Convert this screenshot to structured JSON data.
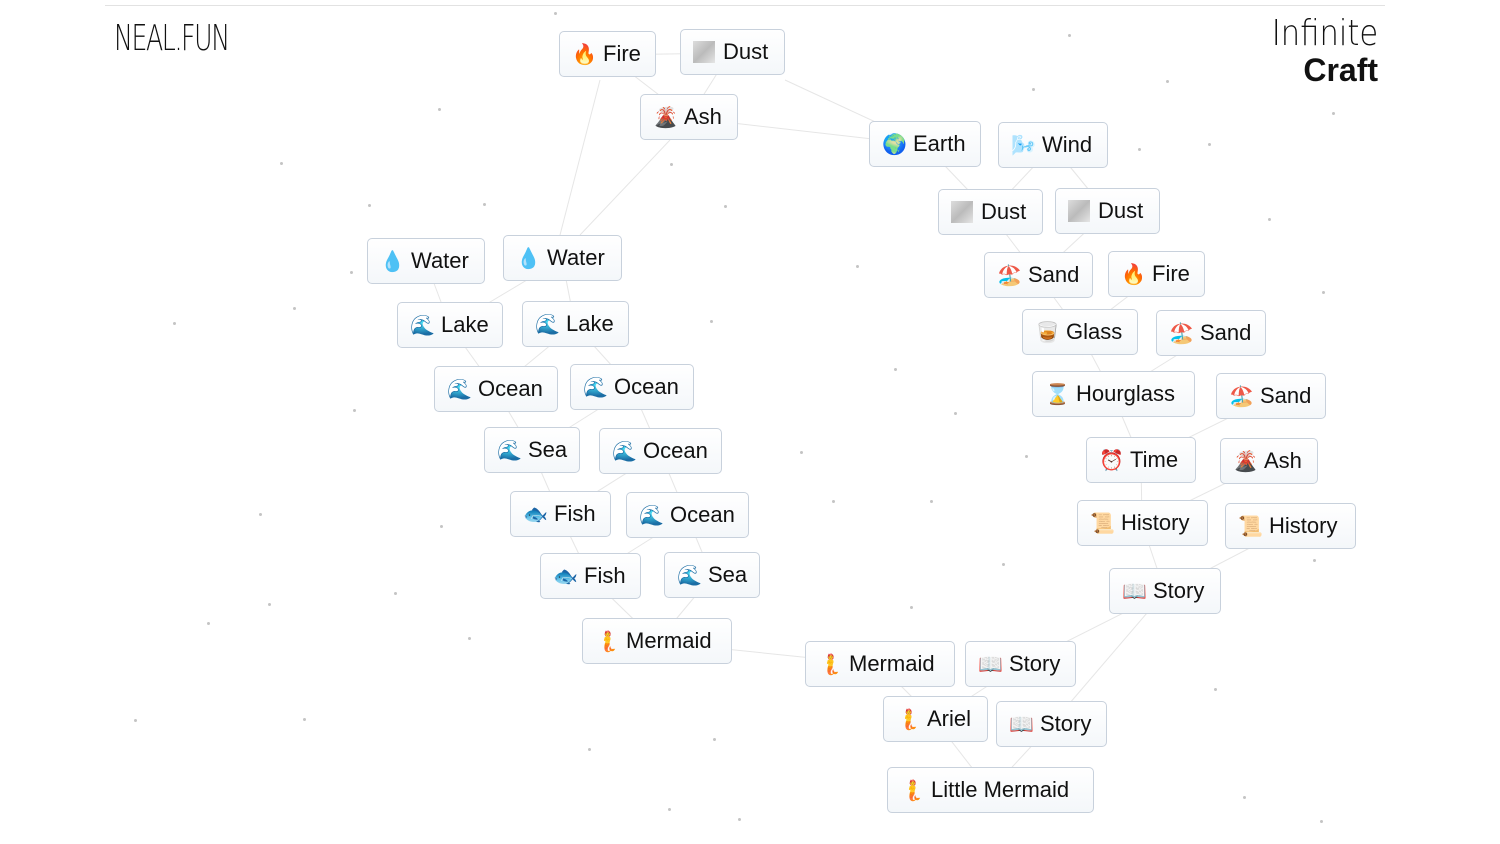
{
  "header": {
    "logo": "NEAL.FUN",
    "title_line1": "Infinite",
    "title_line2": "Craft"
  },
  "items": [
    {
      "label": "Fire",
      "icon": "🔥"
    },
    {
      "label": "Dust",
      "icon": "dust"
    },
    {
      "label": "Ash",
      "icon": "🌋"
    },
    {
      "label": "Earth",
      "icon": "🌍"
    },
    {
      "label": "Wind",
      "icon": "🌬️"
    },
    {
      "label": "Dust",
      "icon": "dust"
    },
    {
      "label": "Dust",
      "icon": "dust"
    },
    {
      "label": "Sand",
      "icon": "🏖️"
    },
    {
      "label": "Fire",
      "icon": "🔥"
    },
    {
      "label": "Glass",
      "icon": "🥃"
    },
    {
      "label": "Sand",
      "icon": "🏖️"
    },
    {
      "label": "Hourglass",
      "icon": "⌛"
    },
    {
      "label": "Sand",
      "icon": "🏖️"
    },
    {
      "label": "Time",
      "icon": "⏰"
    },
    {
      "label": "Ash",
      "icon": "🌋"
    },
    {
      "label": "History",
      "icon": "📜"
    },
    {
      "label": "History",
      "icon": "📜"
    },
    {
      "label": "Story",
      "icon": "📖"
    },
    {
      "label": "Water",
      "icon": "💧"
    },
    {
      "label": "Water",
      "icon": "💧"
    },
    {
      "label": "Lake",
      "icon": "🌊"
    },
    {
      "label": "Lake",
      "icon": "🌊"
    },
    {
      "label": "Ocean",
      "icon": "🌊"
    },
    {
      "label": "Ocean",
      "icon": "🌊"
    },
    {
      "label": "Sea",
      "icon": "🌊"
    },
    {
      "label": "Ocean",
      "icon": "🌊"
    },
    {
      "label": "Fish",
      "icon": "🐟"
    },
    {
      "label": "Ocean",
      "icon": "🌊"
    },
    {
      "label": "Fish",
      "icon": "🐟"
    },
    {
      "label": "Sea",
      "icon": "🌊"
    },
    {
      "label": "Mermaid",
      "icon": "🧜"
    },
    {
      "label": "Mermaid",
      "icon": "🧜"
    },
    {
      "label": "Story",
      "icon": "📖"
    },
    {
      "label": "Ariel",
      "icon": "🧜"
    },
    {
      "label": "Story",
      "icon": "📖"
    },
    {
      "label": "Little Mermaid",
      "icon": "🧜"
    }
  ]
}
